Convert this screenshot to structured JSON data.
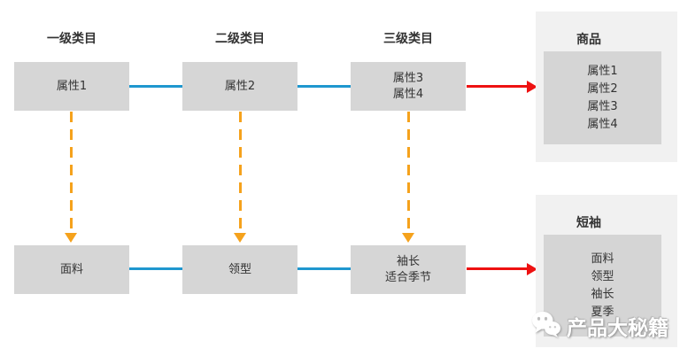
{
  "colors": {
    "blue": "#1f97cf",
    "orange": "#f5a21c",
    "red": "#ee1111",
    "node_bg": "#d6d6d6",
    "panel_bg": "#f1f1f1",
    "inner_bg": "#d5d5d5",
    "text": "#333333"
  },
  "columns": [
    {
      "header": "一级类目",
      "top": {
        "lines": [
          "属性1"
        ]
      },
      "bottom": {
        "lines": [
          "面料"
        ]
      }
    },
    {
      "header": "二级类目",
      "top": {
        "lines": [
          "属性2"
        ]
      },
      "bottom": {
        "lines": [
          "领型"
        ]
      }
    },
    {
      "header": "三级类目",
      "top": {
        "lines": [
          "属性3",
          "属性4"
        ]
      },
      "bottom": {
        "lines": [
          "袖长",
          "适合季节"
        ]
      }
    }
  ],
  "panels": [
    {
      "title": "商品",
      "items": [
        "属性1",
        "属性2",
        "属性3",
        "属性4"
      ]
    },
    {
      "title": "短袖",
      "items": [
        "面料",
        "领型",
        "袖长",
        "夏季"
      ]
    }
  ],
  "watermark": {
    "icon": "wechat-icon",
    "text": "产品大秘籍"
  }
}
